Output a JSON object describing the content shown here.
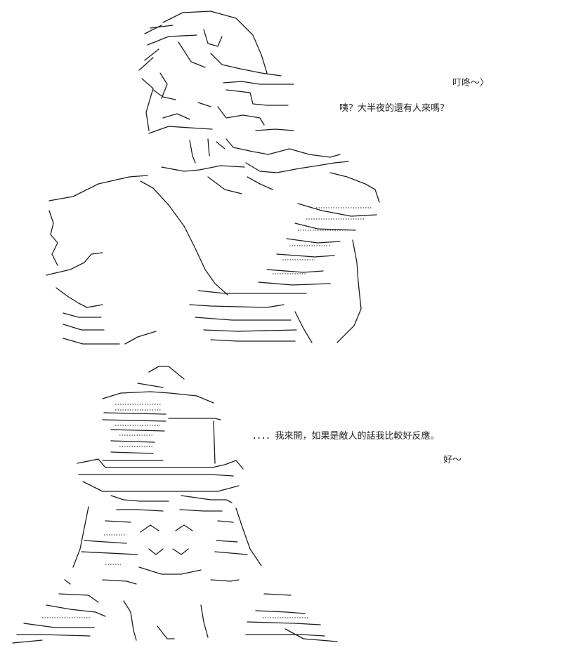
{
  "dialogue": {
    "line1": "叮咚～〉",
    "line2": "咦？大半夜的還有人來嗎？",
    "line3": "．．．．我來開，如果是敵人的話我比較好反應。",
    "line4": "好～"
  }
}
